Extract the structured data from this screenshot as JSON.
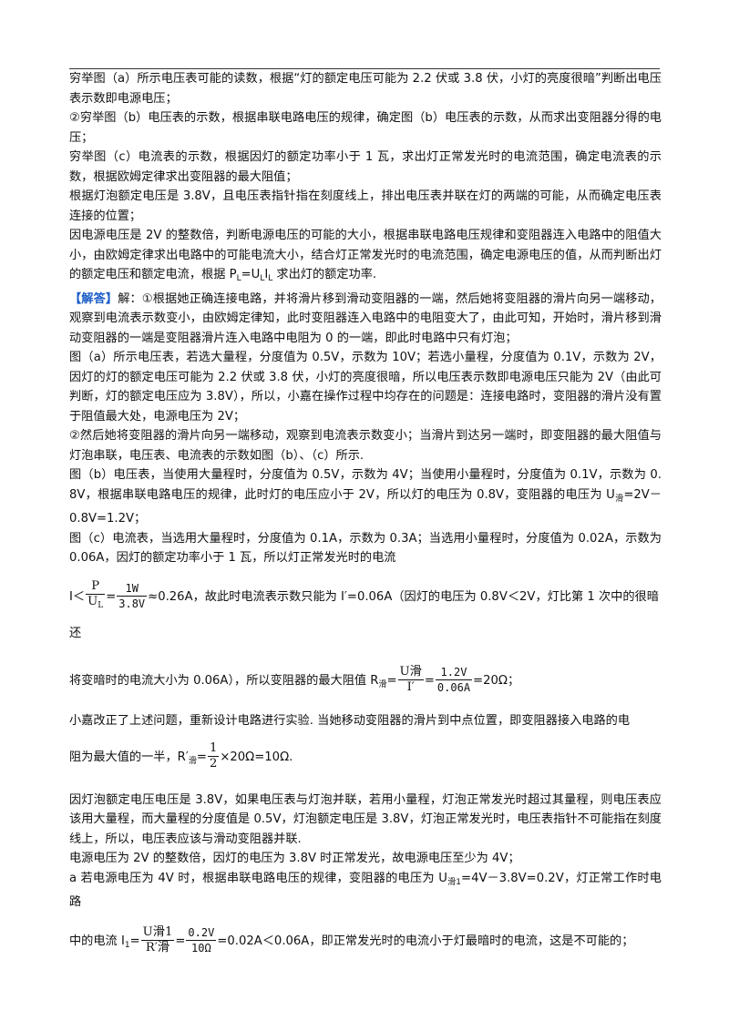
{
  "lines": {
    "l1": "穷举图（a）所示电压表可能的读数，根据“灯的额定电压可能为 2.2 伏或 3.8 伏，小灯的亮度很暗”判断出电压表示数即电源电压；",
    "l2": "②穷举图（b）电压表的示数，根据串联电路电压的规律，确定图（b）电压表的示数，从而求出变阻器分得的电压；",
    "l3": "穷举图（c）电流表的示数，根据因灯的额定功率小于 1 瓦，求出灯正常发光时的电流范围，确定电流表的示数，根据欧姆定律求出变阻器的最大阻值；",
    "l4": "根据灯泡额定电压是 3.8V，且电压表指针指在刻度线上，排出电压表并联在灯的两端的可能，从而确定电压表连接的位置；",
    "l5a": "因电源电压是 2V 的整数倍，判断电源电压的可能的大小，根据串联电路电压规律和变阻器连入电路中的阻值大小，由欧姆定律求出电路中的可能电流大小，结合灯正常发光时的电流范围，确定电源电压的值，从而判断出灯的额定电压和额定电流，根据 P",
    "l5sub1": "L",
    "l5eq": "=U",
    "l5sub2": "L",
    "l5I": "I",
    "l5sub3": "L",
    "l5b": " 求出灯的额定功率.",
    "answer_tag": "【解答】",
    "l6": "解：①根据她正确连接电路，并将滑片移到滑动变阻器的一端，然后她将变阻器的滑片向另一端移动，观察到电流表示数变小，由欧姆定律知，此时变阻器连入电路中的电阻变大了，由此可知，开始时，滑片移到滑动变阻器的一端是变阻器滑片连入电路中电阻为 0 的一端，即此时电路中只有灯泡；",
    "l7": "图（a）所示电压表，若选大量程，分度值为 0.5V，示数为 10V；若选小量程，分度值为 0.1V，示数为 2V，因灯的灯的额定电压可能为 2.2 伏或 3.8 伏，小灯的亮度很暗，所以电压表示数即电源电压只能为 2V（由此可判断，灯的额定电压应为 3.8V），所以，小嘉在操作过程中均存在的问题是：连接电路时，变阻器的滑片没有置于阻值最大处，电源电压为 2V；",
    "l8": "②然后她将变阻器的滑片向另一端移动，观察到电流表示数变小；当滑片到达另一端时，即变阻器的最大阻值与灯泡串联，电压表、电流表的示数如图（b）、（c）所示.",
    "l9a": "图（b）电压表，当使用大量程时，分度值为 0.5V，示数为 4V；当使用小量程时，分度值为 0.1V，示数为 0.8V，根据串联电路电压的规律，此时灯的电压应小于 2V，所以灯的电压为 0.8V，变阻器的电压为 U",
    "l9sub": "滑",
    "l9b": "=2V－0.8V=1.2V；",
    "l10": "图（c）电流表，当选用大量程时，分度值为 0.1A，示数为 0.3A；当选用小量程时，分度值为 0.02A，示数为 0.06A，因灯的额定功率小于 1 瓦，所以灯正常发光时的电流",
    "f1_pre": "I＜",
    "f1_num1": "P",
    "f1_den1": "U",
    "f1_den1_sub": "L",
    "f1_eq": "=",
    "f1_num2": "1W",
    "f1_den2": "3.8V",
    "f1_post": "≈0.26A，故此时电流表示数只能为 I′=0.06A（因灯的电压为 0.8V＜2V，灯比第 1 次中的很暗还",
    "f2_pre": "将变暗时的电流大小为 0.06A），所以变阻器的最大阻值 R",
    "f2_sub": "滑",
    "f2_eq": "=",
    "f2_num1": "U滑",
    "f2_den1": "I′",
    "f2_num2": "1.2V",
    "f2_den2": "0.06A",
    "f2_post": "=20Ω；",
    "l11": "小嘉改正了上述问题，重新设计电路进行实验. 当她移动变阻器的滑片到中点位置，即变阻器接入电路的电",
    "f3_pre": "阻为最大值的一半，R′",
    "f3_sub": "滑",
    "f3_eq": "=",
    "f3_num": "1",
    "f3_den": "2",
    "f3_post": "×20Ω=10Ω.",
    "l12": "因灯泡额定电压电压是 3.8V，如果电压表与灯泡并联，若用小量程，灯泡正常发光时超过其量程，则电压表应该用大量程，而大量程的分度值是 0.5V，灯泡额定电压是 3.8V，灯泡正常发光时，电压表指针不可能指在刻度线上，所以，电压表应该与滑动变阻器并联.",
    "l13": "电源电压为 2V 的整数倍，因灯的电压为 3.8V 时正常发光，故电源电压至少为 4V；",
    "l14a": "a 若电源电压为 4V 时，根据串联电路电压的规律，变阻器的电压为 U",
    "l14sub": "滑1",
    "l14b": "=4V－3.8V=0.2V，灯正常工作时电路",
    "f4_pre": "中的电流 I",
    "f4_sub": "1",
    "f4_eq": "=",
    "f4_num1": "U滑1",
    "f4_den1": "R′滑",
    "f4_num2": "0.2V",
    "f4_den2": "10Ω",
    "f4_post": "=0.02A＜0.06A，即正常发光时的电流小于灯最暗时的电流，这是不可能的；"
  }
}
